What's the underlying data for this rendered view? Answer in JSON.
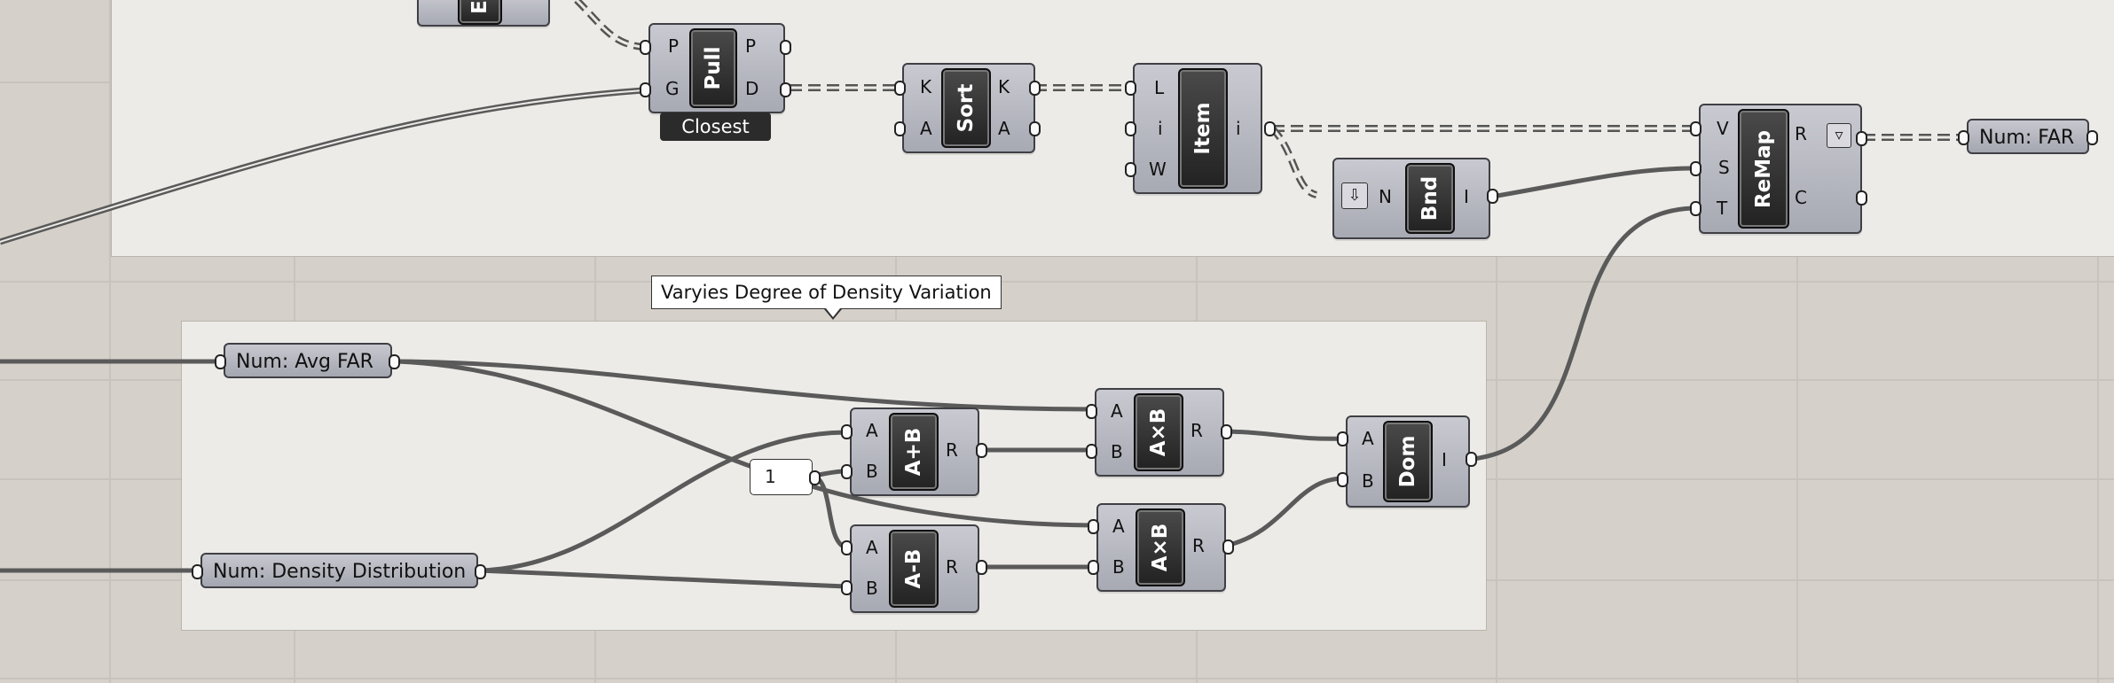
{
  "components": {
    "pull": {
      "name": "Pull",
      "inputs": [
        "P",
        "G"
      ],
      "outputs": [
        "P",
        "D"
      ],
      "tag": "Closest"
    },
    "sort": {
      "name": "Sort",
      "inputs": [
        "K",
        "A"
      ],
      "outputs": [
        "K",
        "A"
      ]
    },
    "item": {
      "name": "Item",
      "inputs": [
        "L",
        "i",
        "W"
      ],
      "outputs": [
        "i"
      ]
    },
    "bnd": {
      "name": "Bnd",
      "inputs": [
        "N"
      ],
      "outputs": [
        "I"
      ],
      "icon": "down-arrow-icon"
    },
    "remap": {
      "name": "ReMap",
      "inputs": [
        "V",
        "S",
        "T"
      ],
      "outputs": [
        "R",
        "C"
      ],
      "icon": "funnel-icon"
    },
    "add": {
      "name": "A+B",
      "inputs": [
        "A",
        "B"
      ],
      "outputs": [
        "R"
      ]
    },
    "sub": {
      "name": "A-B",
      "inputs": [
        "A",
        "B"
      ],
      "outputs": [
        "R"
      ]
    },
    "mul1": {
      "name": "A×B",
      "inputs": [
        "A",
        "B"
      ],
      "outputs": [
        "R"
      ]
    },
    "mul2": {
      "name": "A×B",
      "inputs": [
        "A",
        "B"
      ],
      "outputs": [
        "R"
      ]
    },
    "dom": {
      "name": "Dom",
      "inputs": [
        "A",
        "B"
      ],
      "outputs": [
        "I"
      ]
    },
    "topLeft": {
      "name": "E"
    }
  },
  "params": {
    "far": "Num: FAR",
    "avg_far": "Num: Avg FAR",
    "density": "Num: Density Distribution"
  },
  "panel": {
    "value": "1"
  },
  "group_label": "Varyies Degree of Density Variation",
  "colors": {
    "canvas": "#d5d1ca",
    "group": "#ecebe7",
    "wire": "#5a5a5a"
  }
}
